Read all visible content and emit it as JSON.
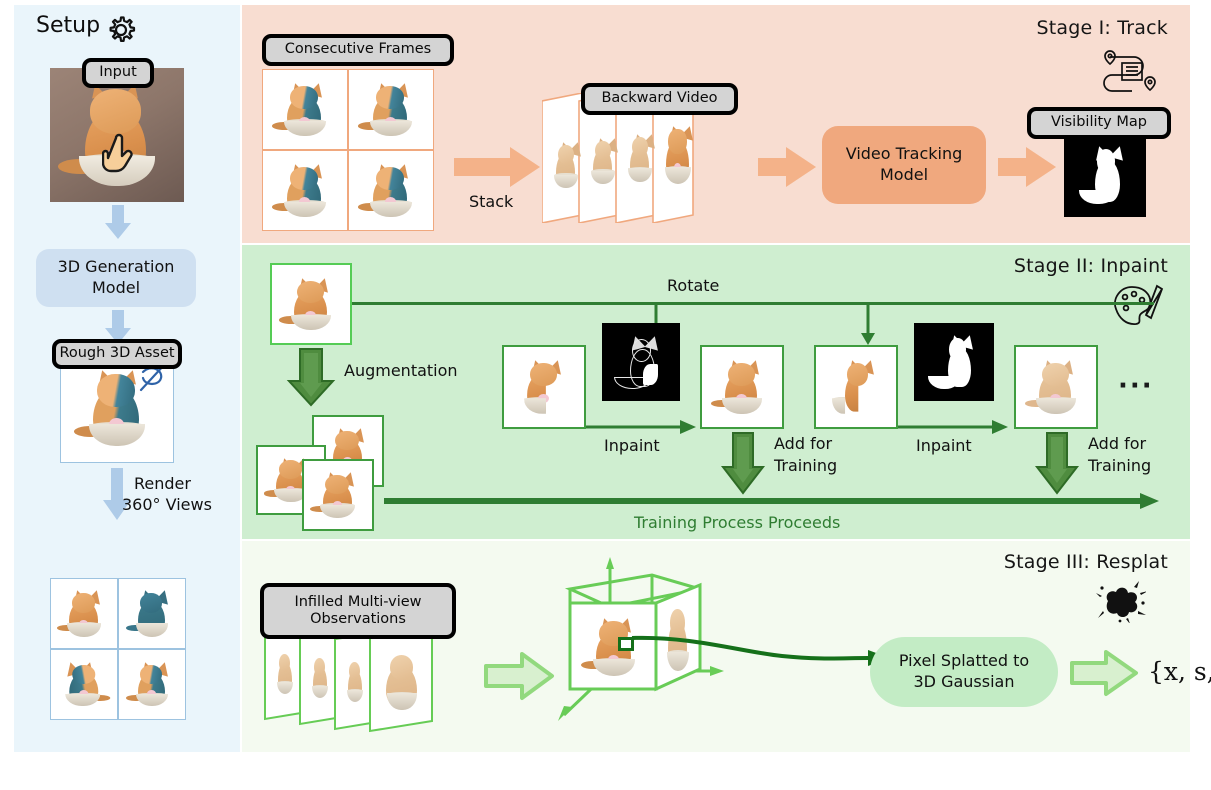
{
  "figure": {
    "type": "pipeline-diagram",
    "panels": [
      "Setup",
      "Stage I: Track",
      "Stage II: Inpaint",
      "Stage III: Resplat"
    ]
  },
  "colors": {
    "setup_bg": "#eaf5fb",
    "stage1_bg": "#f8ddd1",
    "stage2_bg": "#cfeed0",
    "stage3_bg": "#f4faf0",
    "blue_arrow": "#aecbe8",
    "orange_arrow": "#f4b289",
    "dark_green": "#2f7d32",
    "light_green_arrow": "#a9dfa0",
    "chip_fill": "#d4d4d4",
    "chip_border": "#000000",
    "track_box": "#f0a87e",
    "gen_model_box": "#cfe0f1",
    "splat_box": "#c3ecc5"
  },
  "setup": {
    "heading": "Setup",
    "gear_icon": "gear-icon",
    "input_chip": "Input",
    "gen_model_box": "3D Generation\nModel",
    "gen_model_line1": "3D Generation",
    "gen_model_line2": "Model",
    "rough_asset_chip": "Rough 3D Asset",
    "render_label_line1": "Render",
    "render_label_line2": "360° Views",
    "render_label": "Render 360° Views"
  },
  "stage1": {
    "title": "Stage I: Track",
    "icon": "route-tracking-icon",
    "frames_chip": "Consecutive Frames",
    "stack_label": "Stack",
    "backward_video_chip": "Backward Video",
    "track_model_line1": "Video Tracking",
    "track_model_line2": "Model",
    "track_model_box": "Video Tracking Model",
    "visibility_chip": "Visibility Map",
    "frame_count": 4,
    "video_frame_count": 4
  },
  "stage2": {
    "title": "Stage II: Inpaint",
    "icon": "palette-icon",
    "rotate_label": "Rotate",
    "augmentation_label": "Augmentation",
    "inpaint_label_1": "Inpaint",
    "inpaint_label_2": "Inpaint",
    "add_for_training_1_line1": "Add for",
    "add_for_training_1_line2": "Training",
    "add_for_training_2_line1": "Add for",
    "add_for_training_2_line2": "Training",
    "add_for_training_label": "Add for Training",
    "training_process_label": "Training Process Proceeds",
    "ellipsis": "···",
    "augmented_copies": 3
  },
  "stage3": {
    "title": "Stage III: Resplat",
    "icon": "splat-ink-icon",
    "observations_chip_line1": "Infilled Multi-view",
    "observations_chip_line2": "Observations",
    "observations_chip": "Infilled Multi-view Observations",
    "splat_box_line1": "Pixel Splatted to",
    "splat_box_line2": "3D Gaussian",
    "splat_box": "Pixel Splatted to 3D Gaussian",
    "output_formula": "{x, s, q, α, c}",
    "observation_frame_count": 4
  }
}
